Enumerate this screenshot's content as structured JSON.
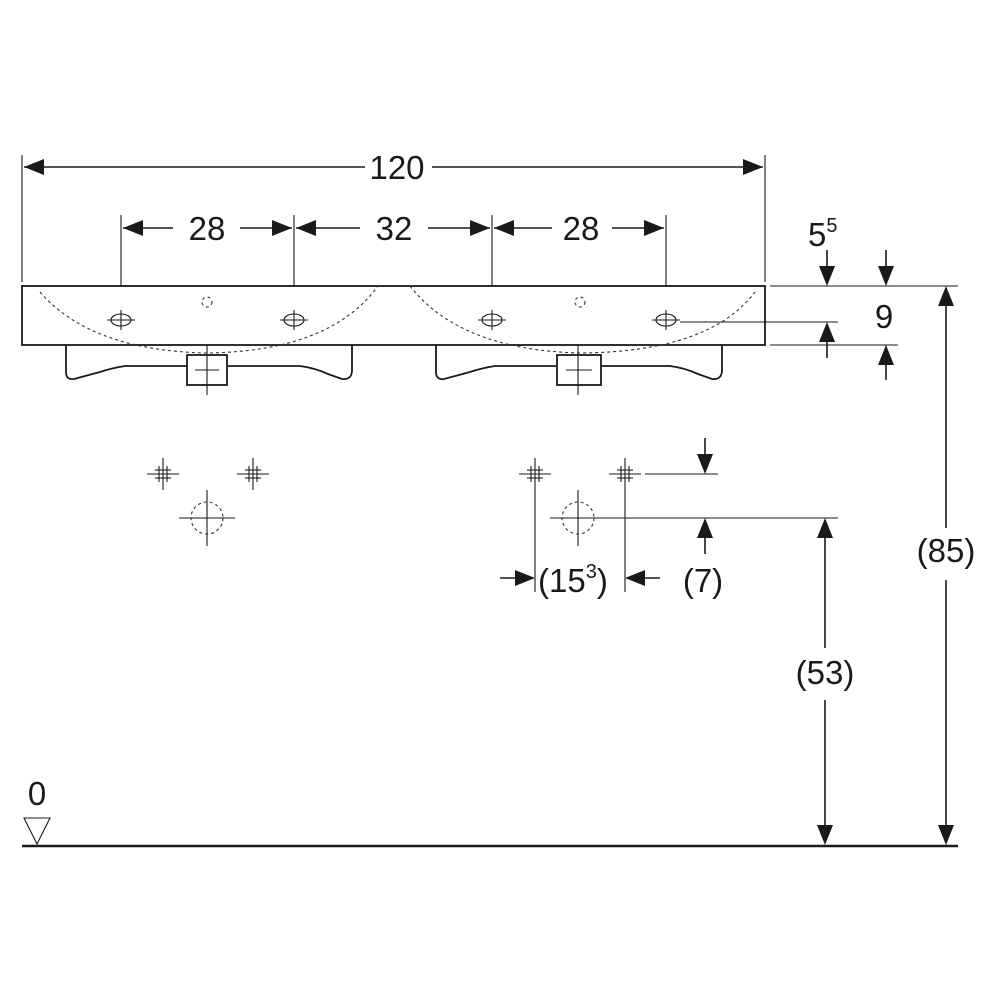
{
  "dimensions": {
    "overall_width": "120",
    "tap_spacing_left": "28",
    "tap_spacing_center": "32",
    "tap_spacing_right": "28",
    "rim_offset_base": "5",
    "rim_offset_sup": "5",
    "basin_depth": "9",
    "total_height": "(85)",
    "supply_height": "(53)",
    "supply_spacing_open": "(15",
    "supply_spacing_sup": "3",
    "supply_spacing_close": ")",
    "supply_offset": "(7)",
    "floor_level": "0"
  }
}
